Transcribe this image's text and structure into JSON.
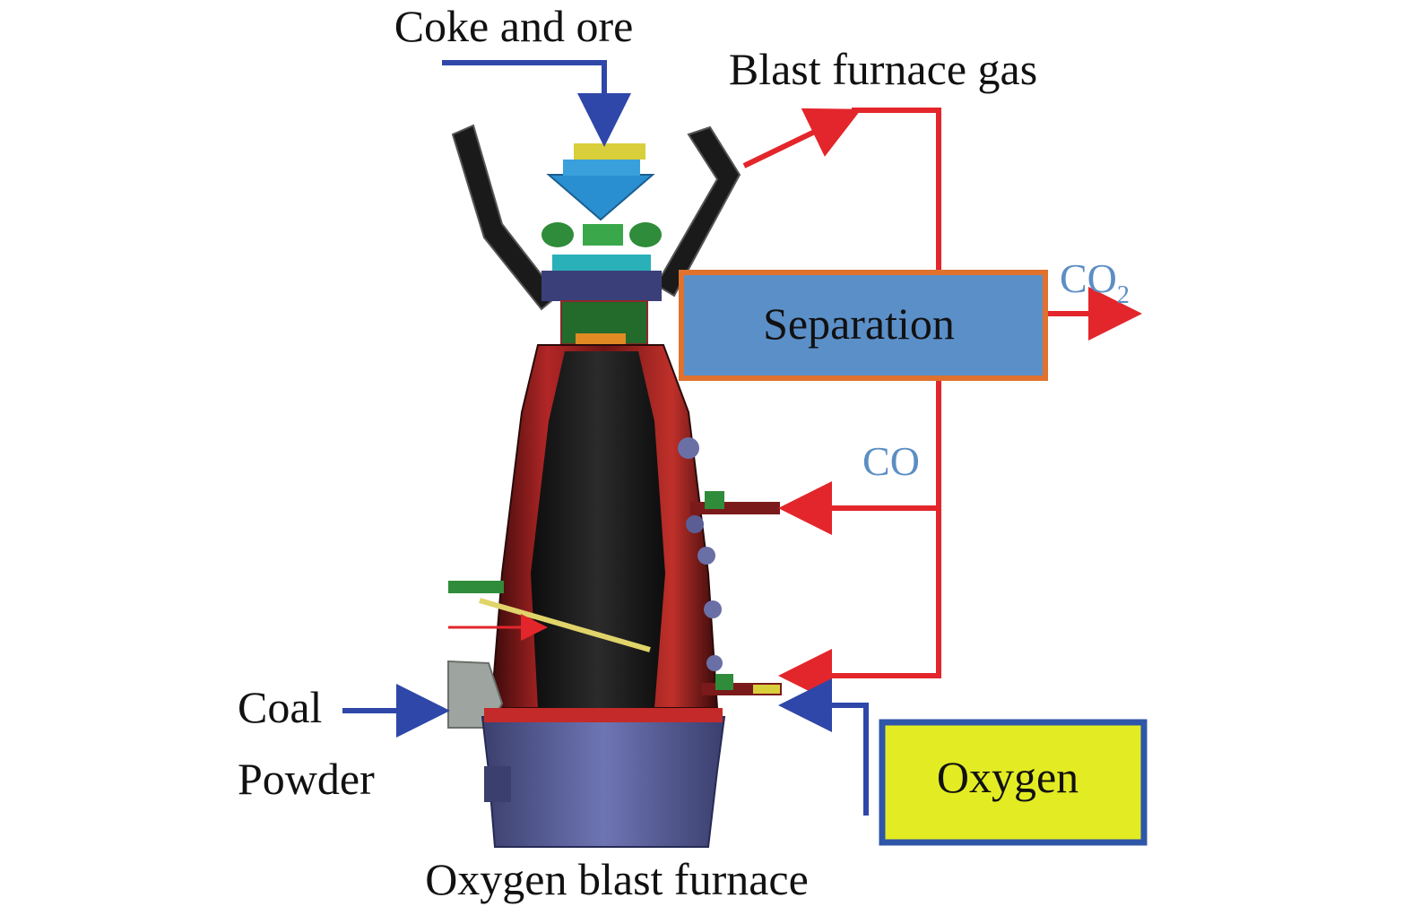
{
  "labels": {
    "feed": "Coke and ore",
    "top_gas": "Blast furnace gas",
    "co2": "CO",
    "co2_sub": "2",
    "co": "CO",
    "coal_line1": "Coal",
    "coal_line2": "Powder",
    "furnace": "Oxygen blast furnace"
  },
  "boxes": {
    "separation": "Separation",
    "oxygen": "Oxygen"
  },
  "colors": {
    "gas_flow": "#e3262b",
    "input_flow": "#2e47a8",
    "separation_fill": "#5b8fc8",
    "separation_border": "#e0722e",
    "oxygen_fill": "#e3ec22",
    "oxygen_border": "#2f56a8",
    "gas_label": "#5b8ec4"
  }
}
